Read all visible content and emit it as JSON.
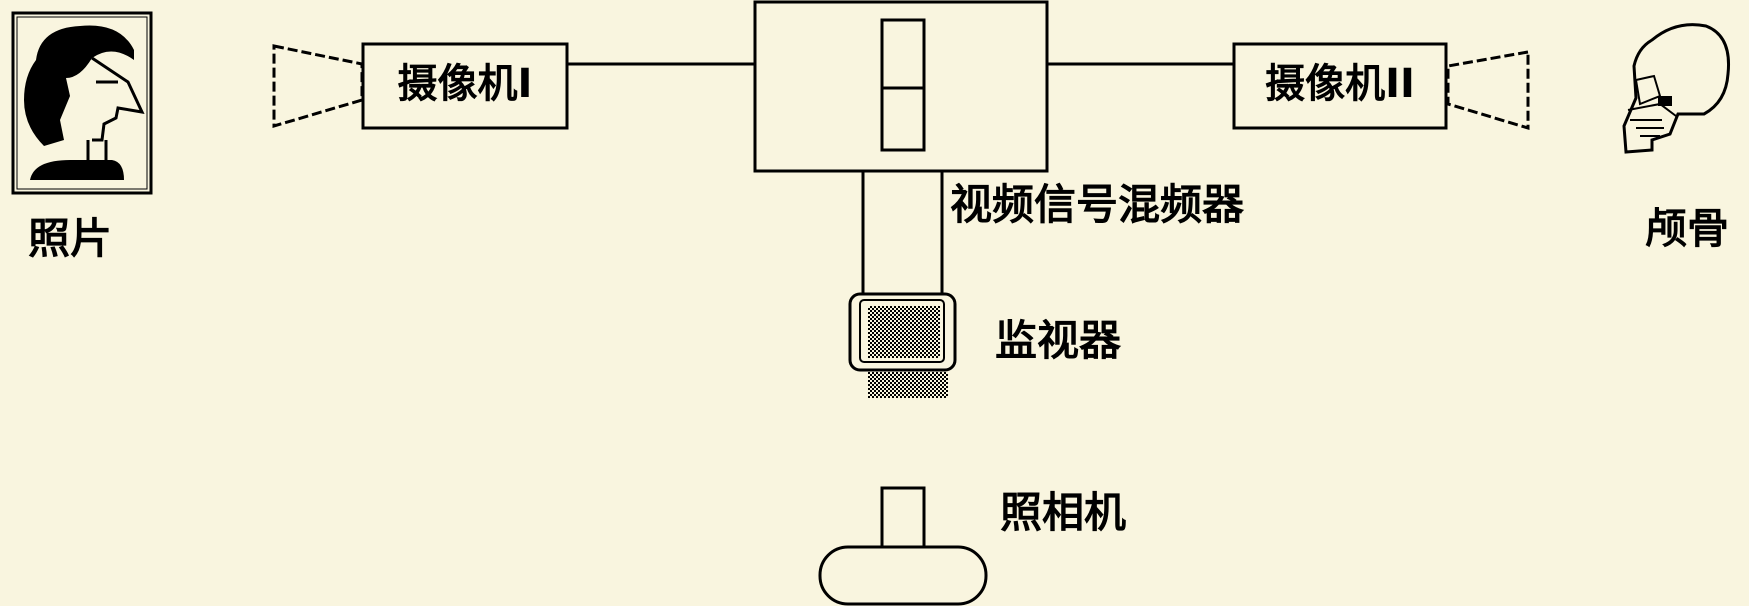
{
  "labels": {
    "photo": "照片",
    "camera1": "摄像机I",
    "camera2": "摄像机II",
    "mixer": "视频信号混频器",
    "monitor": "监视器",
    "still_camera": "照相机",
    "skull": "颅骨"
  },
  "colors": {
    "background": "#f9f5df",
    "ink": "#000000"
  },
  "icons": {
    "photo": "portrait-photo-icon",
    "skull": "skull-icon",
    "monitor": "monitor-icon",
    "still_camera": "still-camera-icon"
  }
}
